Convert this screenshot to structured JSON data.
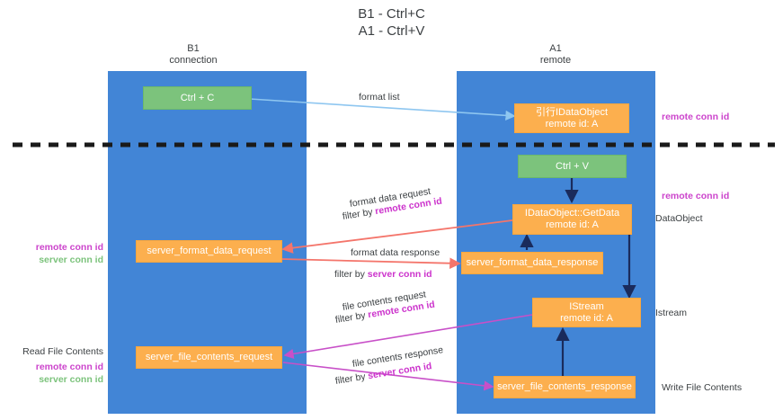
{
  "title": "B1 - Ctrl+C\nA1 - Ctrl+V",
  "title_line1": "B1 - Ctrl+C",
  "title_line2": "A1 - Ctrl+V",
  "colors": {
    "lane": "#4285d6",
    "green_node": "#7cc37c",
    "orange_node": "#fcaf4e",
    "magenta_text": "#cc44cc",
    "green_text": "#7cc37c",
    "arrow_blue": "#8ec6f0",
    "arrow_red": "#f4756b",
    "arrow_magenta": "#c850c8",
    "arrow_dark": "#1a2b5c",
    "divider": "#1a1a1a",
    "text": "#3c4043"
  },
  "lanes": [
    {
      "id": "b1",
      "title": "B1",
      "subtitle": "connection"
    },
    {
      "id": "a1",
      "title": "A1",
      "subtitle": "remote"
    }
  ],
  "nodes": {
    "ctrl_c": "Ctrl + C",
    "ctrl_v": "Ctrl + V",
    "idataobject_top_line1": "引行IDataObject",
    "idataobject_top_line2": "remote id: A",
    "getdata_line1": "IDataObject::GetData",
    "getdata_line2": "remote id: A",
    "istream_line1": "IStream",
    "istream_line2": "remote id: A",
    "server_format_data_request": "server_format_data_request",
    "server_format_data_response": "server_format_data_response",
    "server_file_contents_request": "server_file_contents_request",
    "server_file_contents_response": "server_file_contents_response"
  },
  "edges": {
    "format_list": "format list",
    "format_data_request": "format data request",
    "format_data_request_filter_prefix": "filter by ",
    "format_data_request_filter_key": "remote conn id",
    "format_data_response": "format data response",
    "format_data_response_filter_prefix": "filter by ",
    "format_data_response_filter_key": "server conn id",
    "file_contents_request": "file contents request",
    "file_contents_request_filter_prefix": "filter by ",
    "file_contents_request_filter_key": "remote conn id",
    "file_contents_response": "file contents response",
    "file_contents_response_filter_prefix": "filter by ",
    "file_contents_response_filter_key": "server conn id"
  },
  "annotations": {
    "right_remote_conn_id_top": "remote conn id",
    "right_remote_conn_id_mid": "remote conn id",
    "right_dataobject": "DataObject",
    "right_istream": "Istream",
    "right_write_file_contents": "Write File Contents",
    "left_remote_conn_id": "remote conn id",
    "left_server_conn_id": "server conn id",
    "left_read_file_contents": "Read File Contents",
    "left_remote_conn_id_2": "remote conn id",
    "left_server_conn_id_2": "server conn id"
  }
}
